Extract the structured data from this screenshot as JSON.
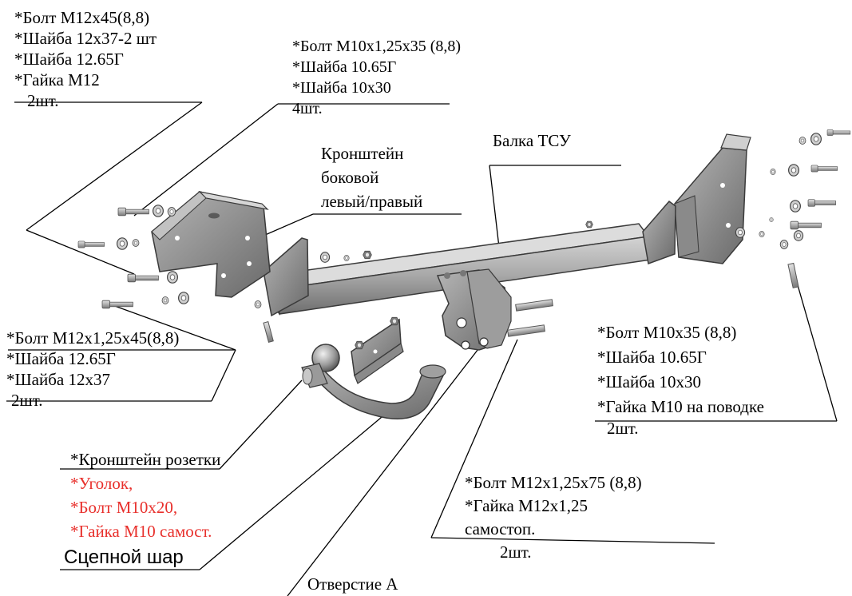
{
  "colors": {
    "text": "#000000",
    "red_text": "#e8302c",
    "metal": "#8c8c8c",
    "metal_dark": "#5a5a5a",
    "metal_light": "#c8c8c8"
  },
  "icons": [
    "tow-beam",
    "side-bracket-left",
    "side-bracket-right",
    "tow-ball",
    "socket-bracket",
    "bolt",
    "washer",
    "nut"
  ],
  "callouts": {
    "top_left": {
      "lines": [
        "*Болт М12х45(8,8)",
        "*Шайба 12х37-2 шт",
        "*Шайба 12.65Г",
        "*Гайка М12"
      ],
      "qty": "2шт."
    },
    "top_mid": {
      "lines": [
        "*Болт М10х1,25х35 (8,8)",
        "*Шайба 10.65Г",
        "*Шайба 10х30"
      ],
      "qty": "4шт."
    },
    "bracket_side": {
      "lines": [
        "Кронштейн",
        "боковой",
        "левый/правый"
      ]
    },
    "beam": {
      "label": "Балка ТСУ"
    },
    "left_mid": {
      "lines": [
        "*Болт М12х1,25х45(8,8)",
        "*Шайба 12.65Г",
        "*Шайба 12х37"
      ],
      "qty": "2шт."
    },
    "right_mid": {
      "lines": [
        "*Болт М10х35 (8,8)",
        "*Шайба 10.65Г",
        "*Шайба 10х30",
        "*Гайка М10 на поводке"
      ],
      "qty": "2шт."
    },
    "socket": {
      "line1": "*Кронштейн розетки",
      "red_lines": [
        "*Уголок,",
        "*Болт М10х20,",
        "*Гайка М10 самост."
      ]
    },
    "ball": {
      "label": "Сцепной шар"
    },
    "bottom_right": {
      "lines": [
        "*Болт М12х1,25х75 (8,8)",
        "*Гайка М12х1,25",
        "самостоп."
      ],
      "qty": "2шт."
    },
    "hole": {
      "label": "Отверстие А"
    }
  }
}
